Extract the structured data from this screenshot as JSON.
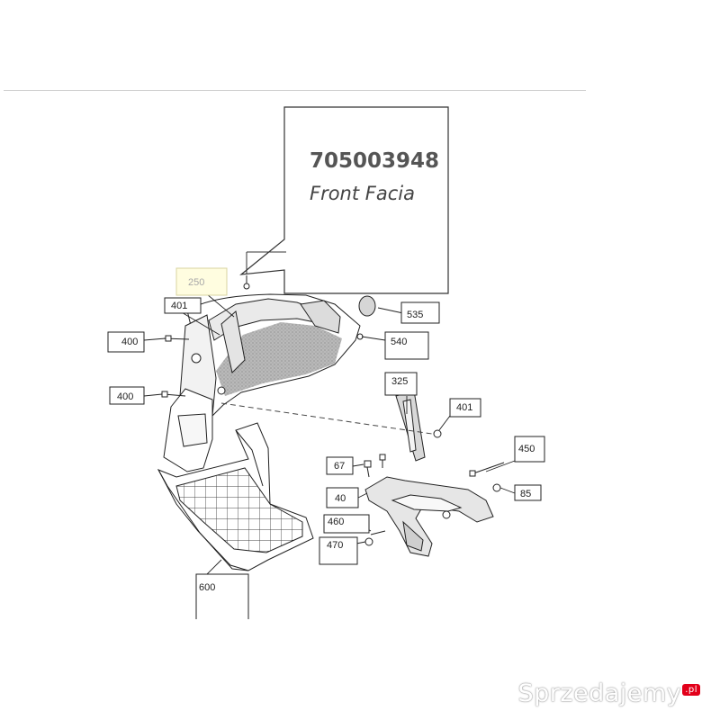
{
  "callout": {
    "part_number": "705003948",
    "part_name": "Front Facia"
  },
  "labels": {
    "l250": "250",
    "l401a": "401",
    "l400a": "400",
    "l400b": "400",
    "l535": "535",
    "l540": "540",
    "l325": "325",
    "l401b": "401",
    "l450": "450",
    "l67": "67",
    "l85": "85",
    "l40": "40",
    "l460": "460",
    "l470": "470",
    "l600": "600"
  },
  "watermark": {
    "text": "Sprzedajemy",
    "badge": ".pl"
  },
  "colors": {
    "line": "#222222",
    "highlight": "#fffde0",
    "highlight_border": "#d8d4a0",
    "watermark_badge": "#e2001a"
  }
}
